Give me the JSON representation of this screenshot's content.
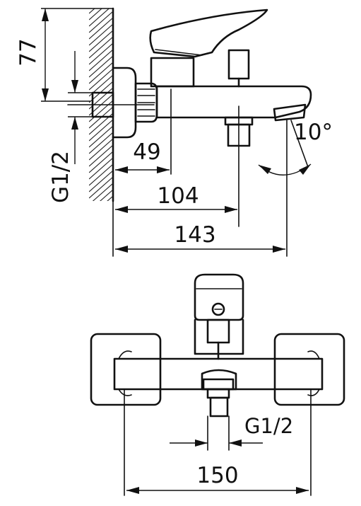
{
  "dimensions": {
    "height_77": "77",
    "thread_side": "G1/2",
    "dist_49": "49",
    "dist_104": "104",
    "dist_143": "143",
    "angle": "10°",
    "thread_front": "G1/2",
    "width_150": "150"
  }
}
